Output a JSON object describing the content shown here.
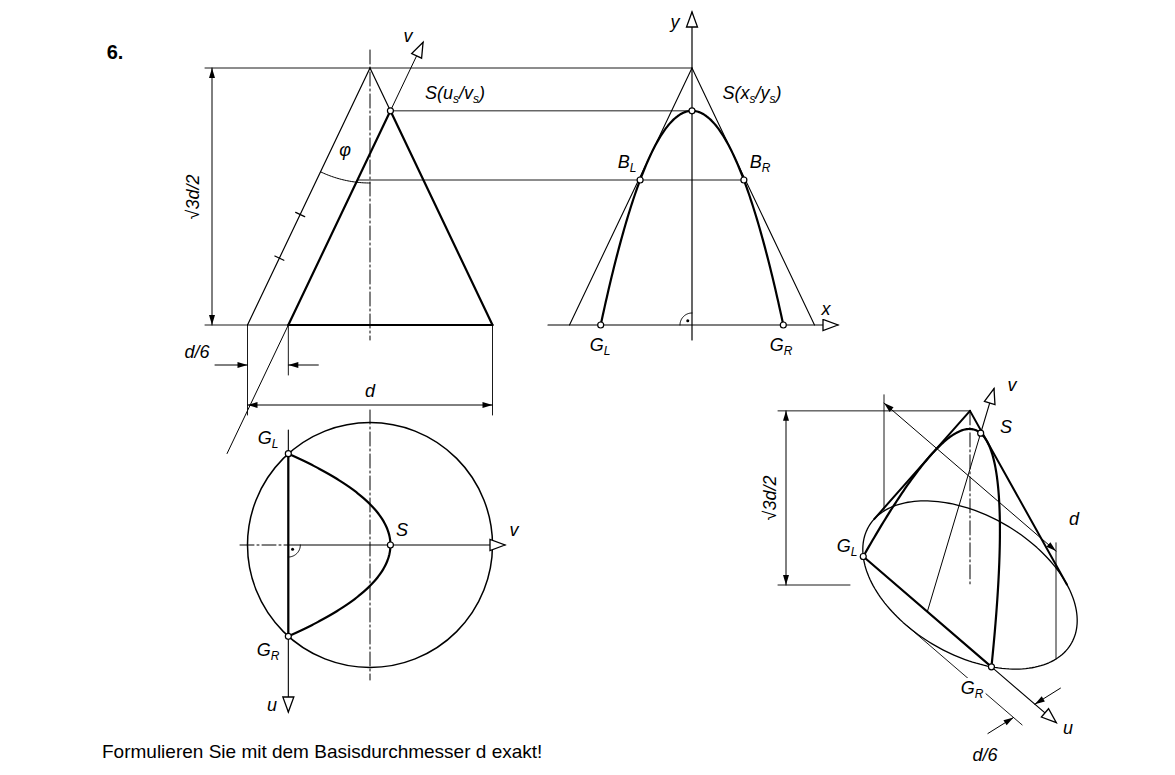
{
  "diagram": {
    "labels": [
      "6.",
      "v",
      "S(us/vs)",
      "√3d/2",
      "φ",
      "d/6",
      "d",
      "y",
      "S(xs/ys)",
      "BL",
      "BR",
      "x",
      "GL",
      "GR",
      "GL",
      "GR",
      "v",
      "S",
      "u",
      "v",
      "S",
      "√3d/2",
      "GL",
      "GR",
      "d",
      "d/6",
      "u",
      "Formulieren Sie mit dem Basisdurchmesser d exakt!"
    ]
  }
}
